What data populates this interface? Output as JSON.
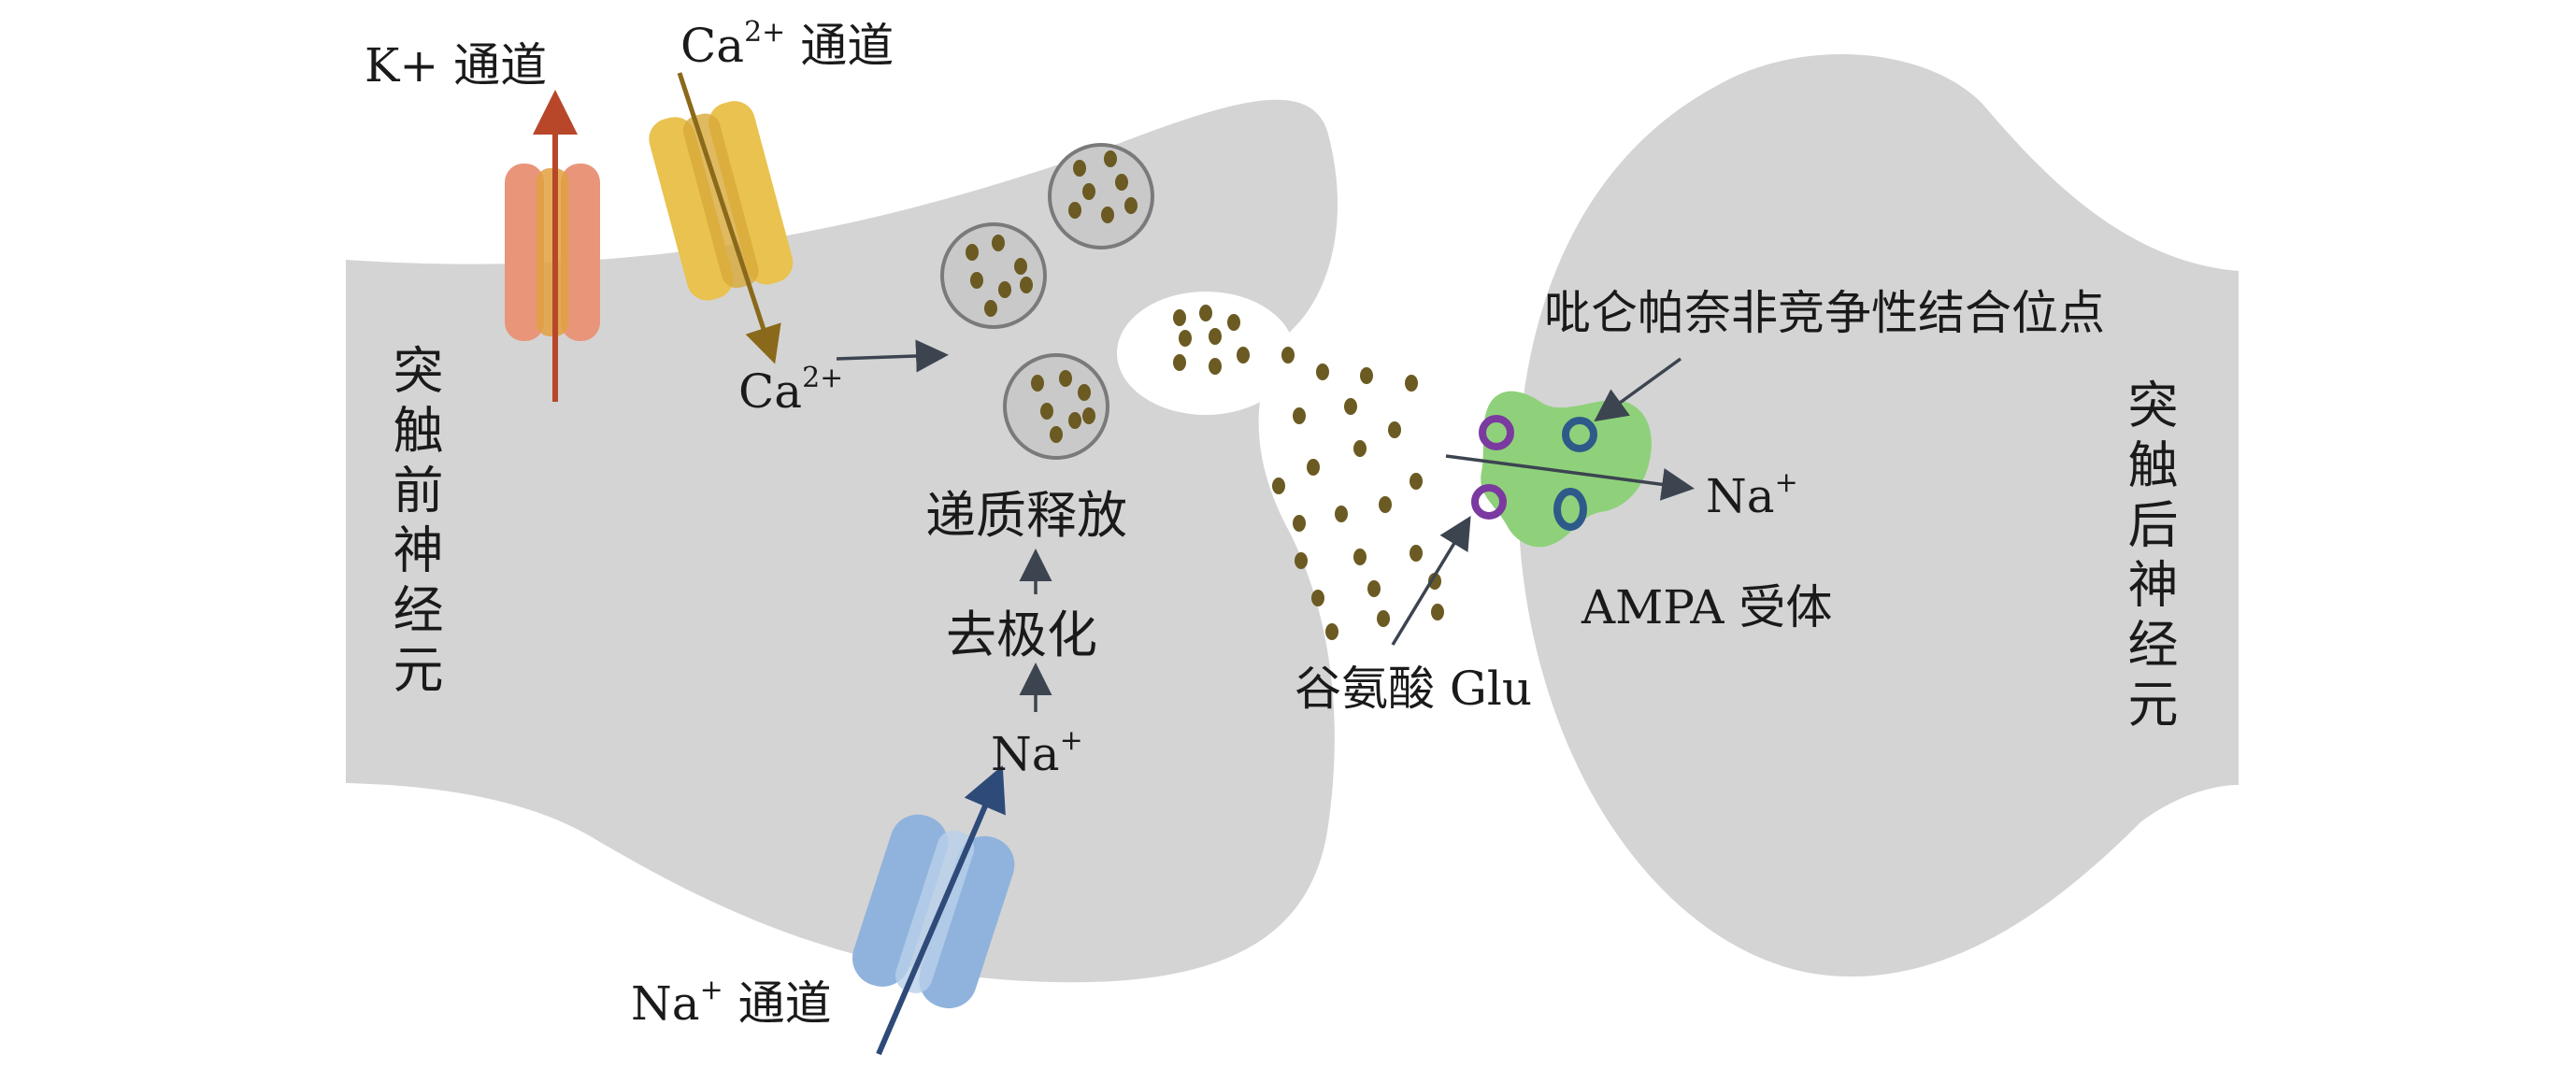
{
  "labels": {
    "k_channel": "K+ 通道",
    "ca_channel_base": "Ca",
    "ca_channel_sup": "2+",
    "ca_channel_rest": " 通道",
    "ca_ion_base": "Ca",
    "ca_ion_sup": "2+",
    "release": "递质释放",
    "depolarization": "去极化",
    "na_ion_base": "Na",
    "na_ion_sup": "+",
    "na_channel_base": "Na",
    "na_channel_sup": "+",
    "na_channel_rest": " 通道",
    "presynaptic": "突触前神经元",
    "postsynaptic": "突触后神经元",
    "glutamate": "谷氨酸 Glu",
    "perampanel_site": "吡仑帕奈非竞争性结合位点",
    "na_out_base": "Na",
    "na_out_sup": "+",
    "ampa": "AMPA 受体"
  },
  "colors": {
    "membrane": "#d4d4d4",
    "k_channel": "#e8957a",
    "k_arrow": "#b8472a",
    "ca_channel": "#e9c24f",
    "ca_arrow": "#8a6a1a",
    "na_channel": "#8fb3dc",
    "na_arrow": "#2e4a78",
    "receptor": "#8ed17a",
    "dot": "#6b5a22",
    "site_purple": "#7b3aa0",
    "site_blue": "#2e5a8a"
  }
}
